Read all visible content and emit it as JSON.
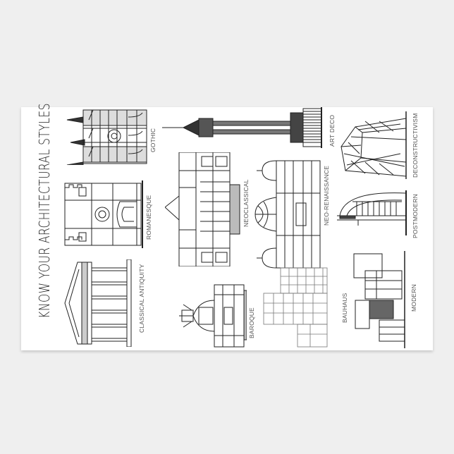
{
  "poster": {
    "title": "KNOW YOUR ARCHITECTURAL STYLES",
    "background_color": "#efefef",
    "sticker_color": "#ffffff",
    "ink_color": "#222222"
  },
  "styles": [
    {
      "label": "GOTHIC",
      "icon": "gothic-cathedral-icon"
    },
    {
      "label": "ART DECO",
      "icon": "art-deco-skyscraper-icon"
    },
    {
      "label": "DECONSTRUCTIVISM",
      "icon": "deconstructivist-tower-icon"
    },
    {
      "label": "ROMANESQUE",
      "icon": "romanesque-church-icon"
    },
    {
      "label": "NEOCLASSICAL",
      "icon": "neoclassical-building-icon"
    },
    {
      "label": "NEO-RENAISSANCE",
      "icon": "neo-renaissance-domed-building-icon"
    },
    {
      "label": "POSTMODERN",
      "icon": "postmodern-arched-building-icon"
    },
    {
      "label": "CLASSICAL ANTIQUITY",
      "icon": "greek-temple-icon"
    },
    {
      "label": "BAROQUE",
      "icon": "baroque-facade-icon"
    },
    {
      "label": "BAUHAUS",
      "icon": "bauhaus-building-icon"
    },
    {
      "label": "MODERN",
      "icon": "modern-house-icon"
    }
  ]
}
